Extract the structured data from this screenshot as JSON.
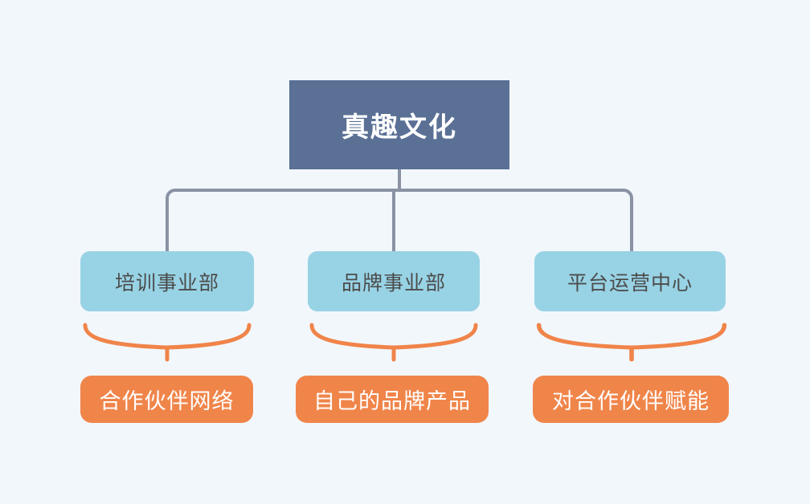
{
  "diagram": {
    "type": "org-chart",
    "root": {
      "label": "真趣文化"
    },
    "departments": [
      {
        "label": "培训事业部",
        "output": "合作伙伴网络"
      },
      {
        "label": "品牌事业部",
        "output": "自己的品牌产品"
      },
      {
        "label": "平台运营中心",
        "output": "对合作伙伴赋能"
      }
    ],
    "colors": {
      "background": "#f2f7fc",
      "root_bg": "#5a7095",
      "root_text": "#ffffff",
      "department_bg": "#98d3e5",
      "department_text": "#4c4c4c",
      "output_bg": "#f0854a",
      "output_text": "#ffffff",
      "connector_line": "#8a93a4",
      "brace_line": "#f08449"
    }
  }
}
